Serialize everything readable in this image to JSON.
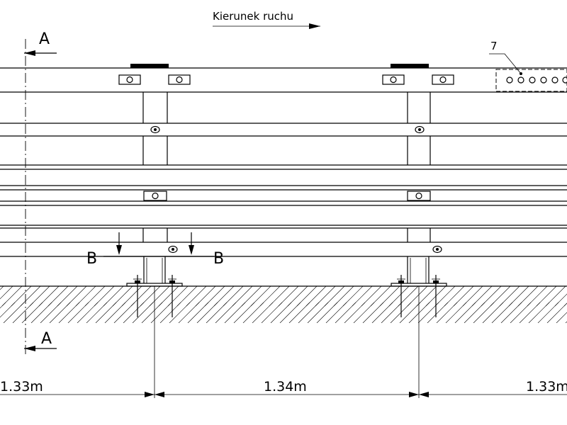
{
  "labels": {
    "direction": "Kierunek ruchu",
    "section_a_top": "A",
    "section_a_bottom": "A",
    "section_b_left": "B",
    "section_b_right": "B",
    "callout": "7"
  },
  "dimensions": {
    "left": "1.33m",
    "middle": "1.34m",
    "right": "1.33m"
  }
}
